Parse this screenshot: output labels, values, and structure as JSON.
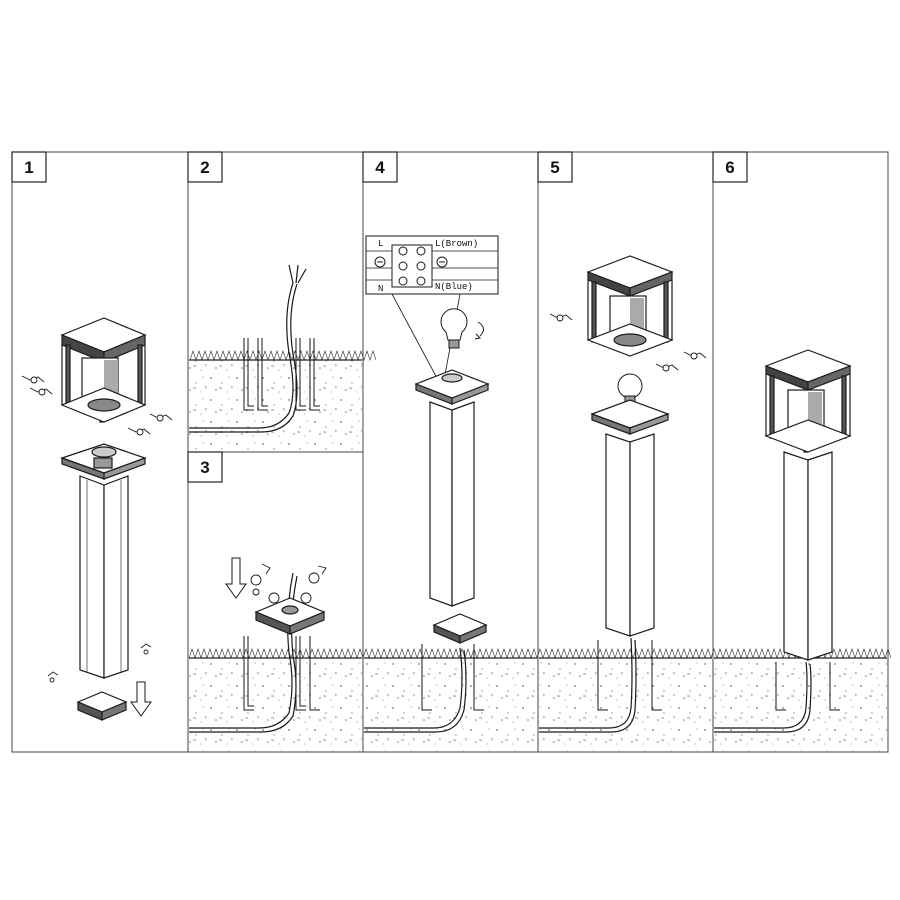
{
  "steps": [
    {
      "number": "1"
    },
    {
      "number": "2"
    },
    {
      "number": "3"
    },
    {
      "number": "4"
    },
    {
      "number": "5"
    },
    {
      "number": "6"
    }
  ],
  "wiring": {
    "left_top": "L",
    "left_bottom": "N",
    "right_top": "L(Brown)",
    "right_bottom": "N(Blue)"
  },
  "colors": {
    "line": "#1a1a1a",
    "background": "#ffffff"
  }
}
